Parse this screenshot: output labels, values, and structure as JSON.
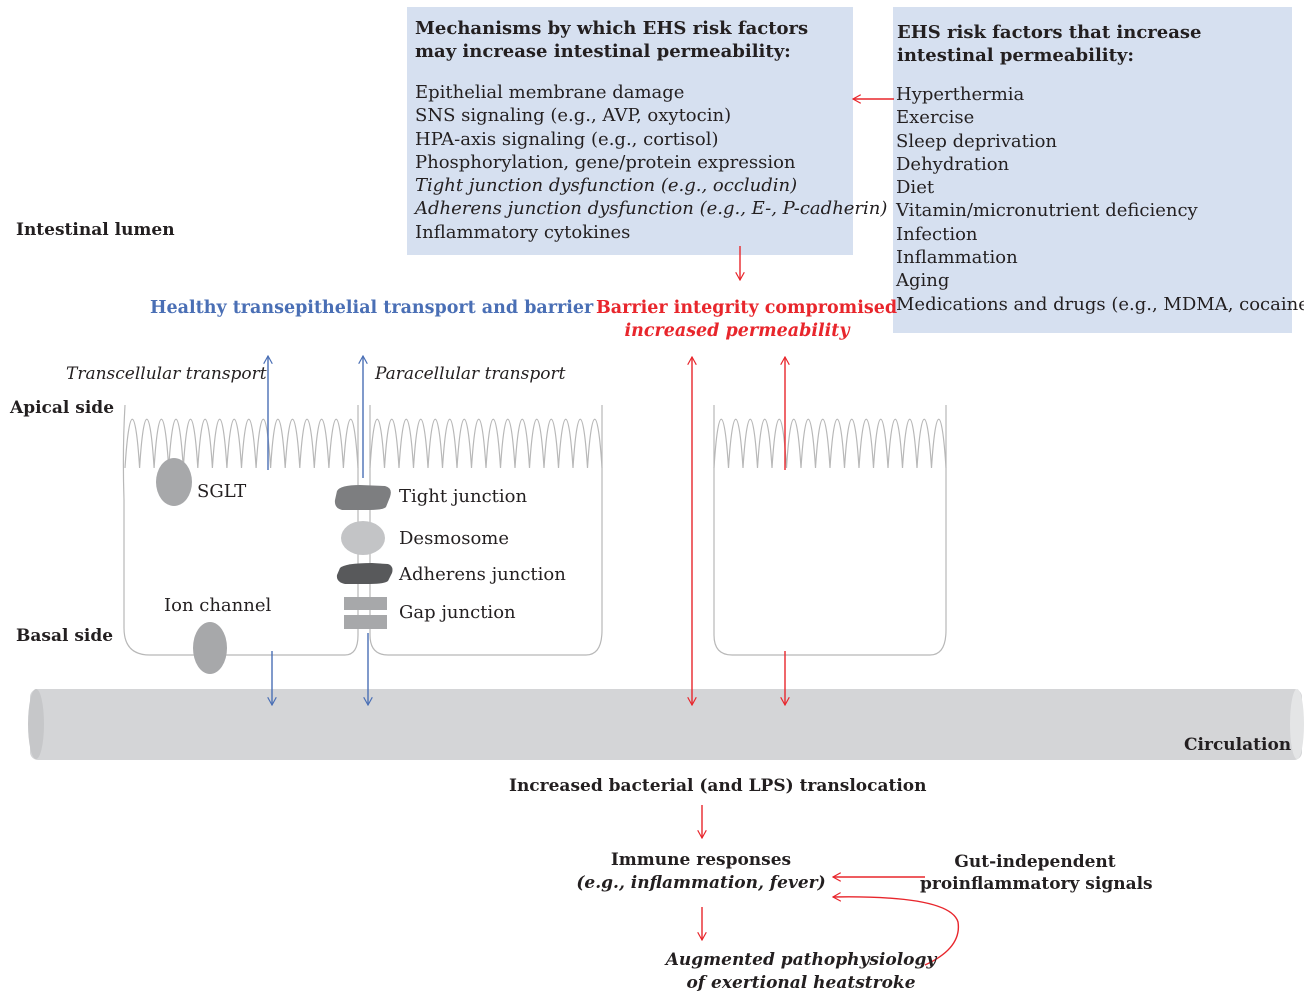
{
  "mechanisms_box": {
    "title": "Mechanisms by which EHS risk factors\nmay increase intestinal permeability:",
    "items": [
      {
        "text": "Epithelial membrane damage",
        "italic": false
      },
      {
        "text": "SNS signaling (e.g., AVP, oxytocin)",
        "italic": false
      },
      {
        "text": "HPA-axis signaling (e.g., cortisol)",
        "italic": false
      },
      {
        "text": "Phosphorylation, gene/protein expression",
        "italic": false
      },
      {
        "text": "Tight junction dysfunction (e.g., occludin)",
        "italic": true
      },
      {
        "text": "Adherens junction dysfunction (e.g., E-, P-cadherin)",
        "italic": true
      },
      {
        "text": "Inflammatory cytokines",
        "italic": false
      }
    ]
  },
  "risk_box": {
    "title": "EHS risk factors that increase\nintestinal permeability:",
    "items": [
      "Hyperthermia",
      "Exercise",
      "Sleep deprivation",
      "Dehydration",
      "Diet",
      "Vitamin/micronutrient deficiency",
      "Infection",
      "Inflammation",
      "Aging",
      "Medications and drugs (e.g., MDMA, cocaine)"
    ]
  },
  "labels": {
    "intestinal_lumen": "Intestinal lumen",
    "apical_side": "Apical side",
    "basal_side": "Basal side",
    "circulation": "Circulation",
    "healthy": "Healthy transepithelial transport and barrier",
    "compromised_line1": "Barrier integrity compromised",
    "compromised_line2": "increased permeability",
    "transcellular": "Transcellular transport",
    "paracellular": "Paracellular transport",
    "sglt": "SGLT",
    "ion_channel": "Ion channel",
    "tight_junction": "Tight junction",
    "desmosome": "Desmosome",
    "adherens_junction": "Adherens junction",
    "gap_junction": "Gap junction",
    "translocation": "Increased bacterial (and LPS) translocation",
    "immune_line1": "Immune responses",
    "immune_line2": "(e.g., inflammation, fever)",
    "gut_independent_line1": "Gut-independent",
    "gut_independent_line2": "proinflammatory signals",
    "augmented_line1": "Augmented pathophysiology",
    "augmented_line2": "of exertional heatstroke"
  },
  "colors": {
    "box_fill": "#d6e0f0",
    "healthy_blue": "#4a6fb5",
    "compromised_red": "#e8262c",
    "cell_outline": "#b8b8b8",
    "circulation_fill": "#d4d5d7",
    "text": "#231f20"
  }
}
